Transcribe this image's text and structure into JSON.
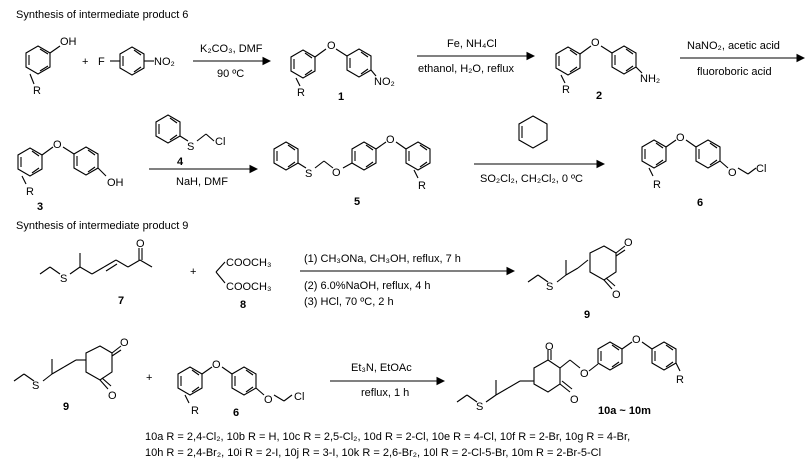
{
  "sections": {
    "intermediate_6_title": "Synthesis of intermediate product 6",
    "intermediate_9_title": "Synthesis of intermediate product 9"
  },
  "atoms": {
    "OH": "OH",
    "F": "F",
    "NO2": "NO₂",
    "NH2": "NH₂",
    "O": "O",
    "S": "S",
    "Cl": "Cl",
    "R": "R",
    "COOCH3": "COOCH₃",
    "plus": "+"
  },
  "compounds": {
    "c1": "1",
    "c2": "2",
    "c3": "3",
    "c4": "4",
    "c5": "5",
    "c6": "6",
    "c7": "7",
    "c8": "8",
    "c9": "9",
    "c9b": "9",
    "c6b": "6",
    "product": "10a ~ 10m"
  },
  "conditions": {
    "step1_top": "K₂CO₃, DMF",
    "step1_bottom": "90 ºC",
    "step2_top": "Fe, NH₄Cl",
    "step2_bottom": "ethanol, H₂O, reflux",
    "step3_top": "NaNO₂, acetic acid",
    "step3_bottom": "fluoroboric acid",
    "step4_bottom": "NaH, DMF",
    "step5_bottom": "SO₂Cl₂, CH₂Cl₂, 0 ºC",
    "step6_line1": "(1) CH₃ONa, CH₃OH, reflux, 7 h",
    "step6_line2": "(2) 6.0%NaOH, reflux, 4 h",
    "step6_line3": "(3) HCl, 70 ºC, 2 h",
    "step7_top": "Et₃N, EtOAc",
    "step7_bottom": "reflux, 1 h"
  },
  "r_groups": {
    "line1": "10a R = 2,4-Cl₂, 10b R = H, 10c R = 2,5-Cl₂, 10d R = 2-Cl, 10e R = 4-Cl, 10f R = 2-Br, 10g R = 4-Br,",
    "line2": "10h R = 2,4-Br₂, 10i R = 2-I, 10j R = 3-I, 10k R = 2,6-Br₂, 10l R = 2-Cl-5-Br, 10m R = 2-Br-5-Cl"
  }
}
